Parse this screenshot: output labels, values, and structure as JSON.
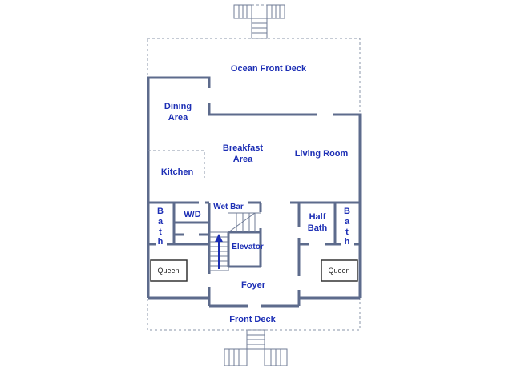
{
  "rooms": {
    "ocean_front_deck": "Ocean Front Deck",
    "dining_1": "Dining",
    "dining_2": "Area",
    "breakfast_1": "Breakfast",
    "breakfast_2": "Area",
    "living_room": "Living Room",
    "kitchen": "Kitchen",
    "wet_bar": "Wet Bar",
    "wd": "W/D",
    "bath_left": [
      "B",
      "a",
      "t",
      "h"
    ],
    "bath_right": [
      "B",
      "a",
      "t",
      "h"
    ],
    "half_bath_1": "Half",
    "half_bath_2": "Bath",
    "elevator": "Elevator",
    "foyer": "Foyer",
    "front_deck": "Front Deck"
  },
  "beds": {
    "left": "Queen",
    "right": "Queen"
  },
  "colors": {
    "wall": "#5d6b8c",
    "label": "#1d2fb5"
  }
}
